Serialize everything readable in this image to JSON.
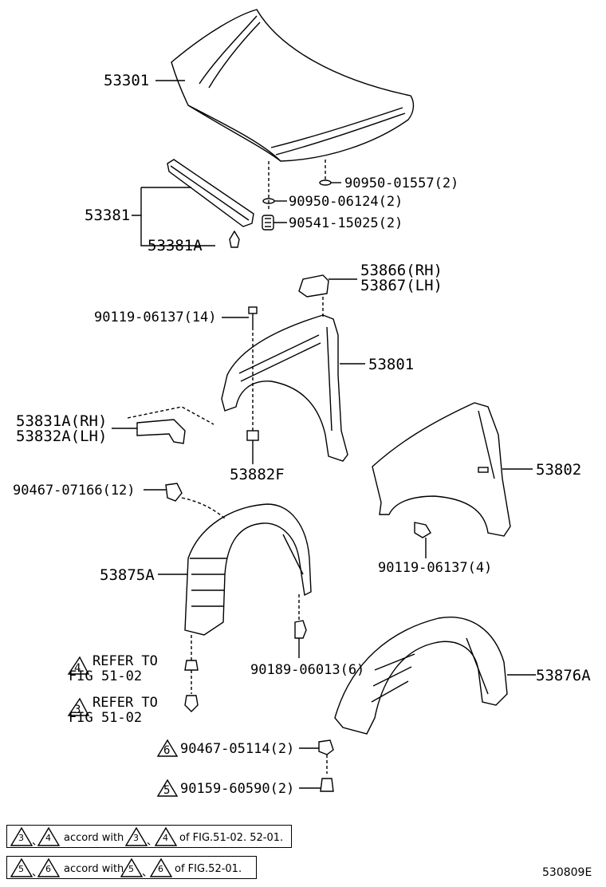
{
  "parts": {
    "hood": "53301",
    "hood_clip1": "90950-01557(2)",
    "hood_clip2": "90950-06124(2)",
    "cushion": "90541-15025(2)",
    "seal": "53381",
    "seal_clip": "53381A",
    "fender_bracket_rh": "53866(RH)",
    "fender_bracket_lh": "53867(LH)",
    "fender_bolt": "90119-06137(14)",
    "fender_rh": "53801",
    "fender_support_rh": "53831A(RH)",
    "fender_support_lh": "53832A(LH)",
    "fender_nut": "53882F",
    "fender_lh": "53802",
    "liner_clip": "90467-07166(12)",
    "lh_fender_bolt": "90119-06137(4)",
    "liner_front": "53875A",
    "liner_screw": "90189-06013(6)",
    "refer4_line1": "REFER TO",
    "refer4_line2": "FIG 51-02",
    "refer3_line1": "REFER TO",
    "refer3_line2": "FIG 51-02",
    "liner_rear": "53876A",
    "clip6": "90467-05114(2)",
    "bolt5": "90159-60590(2)"
  },
  "markers": {
    "m3": "3",
    "m4": "4",
    "m5": "5",
    "m6": "6"
  },
  "notes": {
    "n1_sep": "、",
    "n1_accord": "accord with",
    "n1_of": "of FIG.51-02. 52-01.",
    "n2_sep": "、",
    "n2_accord": "accord with",
    "n2_of": "of FIG.52-01."
  },
  "figure_code": "530809E"
}
